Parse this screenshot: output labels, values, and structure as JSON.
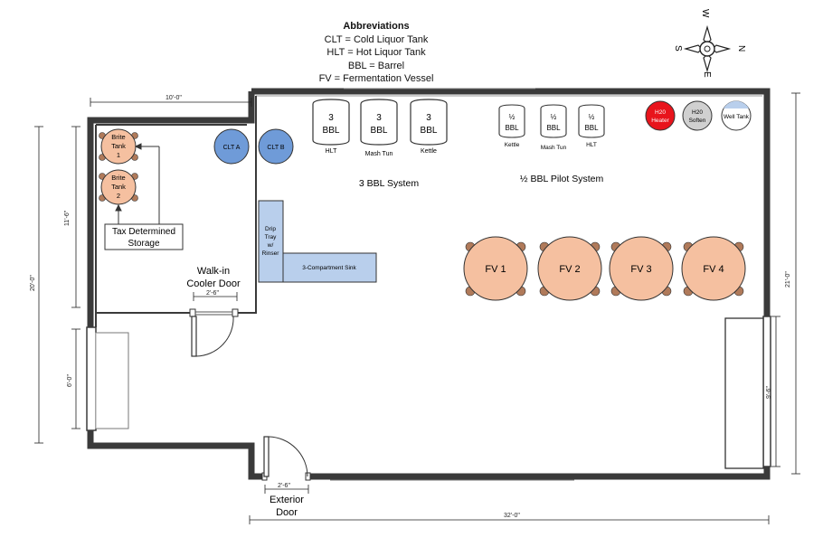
{
  "abbreviations": {
    "title": "Abbreviations",
    "lines": [
      "CLT = Cold Liquor Tank",
      "HLT = Hot Liquor Tank",
      "BBL = Barrel",
      "FV = Fermentation Vessel"
    ]
  },
  "compass": {
    "w": "W",
    "n": "N",
    "s": "S",
    "e": "E"
  },
  "dimensions": {
    "cooler_width": "10'-0\"",
    "cooler_height": "11'-6\"",
    "left_total": "20'-0\"",
    "left_door": "6'-0\"",
    "cooler_door": "2'-6\"",
    "exterior_door": "2'-6\"",
    "bottom_total": "32'-0\"",
    "right_total": "21'-0\"",
    "right_door": "9'-6\""
  },
  "labels": {
    "walkin": [
      "Walk-in",
      "Cooler Door"
    ],
    "exterior": [
      "Exterior",
      "Door"
    ],
    "tax": [
      "Tax Determined",
      "Storage"
    ],
    "system_3bbl": "3 BBL System",
    "system_pilot": "½ BBL Pilot System",
    "drip": [
      "Drip",
      "Tray",
      "w/",
      "Rinser"
    ],
    "sink": "3-Compartment Sink"
  },
  "brite_tanks": [
    {
      "lines": [
        "Brite",
        "Tank",
        "1"
      ]
    },
    {
      "lines": [
        "Brite",
        "Tank",
        "2"
      ]
    }
  ],
  "clt": [
    "CLT A",
    "CLT B"
  ],
  "bbl3": [
    {
      "top": "3",
      "bot": "BBL",
      "label": "HLT"
    },
    {
      "top": "3",
      "bot": "BBL",
      "label": "Mash Tun"
    },
    {
      "top": "3",
      "bot": "BBL",
      "label": "Kettle"
    }
  ],
  "half": [
    {
      "top": "½",
      "bot": "BBL",
      "label": "Kettle"
    },
    {
      "top": "½",
      "bot": "BBL",
      "label": "Mash Tun"
    },
    {
      "top": "½",
      "bot": "BBL",
      "label": "HLT"
    }
  ],
  "utilities": {
    "heater": [
      "H20",
      "Heater"
    ],
    "softener": [
      "H20",
      "Soften"
    ],
    "well": "Well Tank"
  },
  "fvs": [
    "FV 1",
    "FV 2",
    "FV 3",
    "FV 4"
  ],
  "colors": {
    "orange": "#f5c0a0",
    "blue": "#6f9bd8",
    "light_blue": "#b9cfec",
    "red": "#e8141c",
    "grey": "#d0d0d0",
    "wall": "#3a3a3a"
  }
}
